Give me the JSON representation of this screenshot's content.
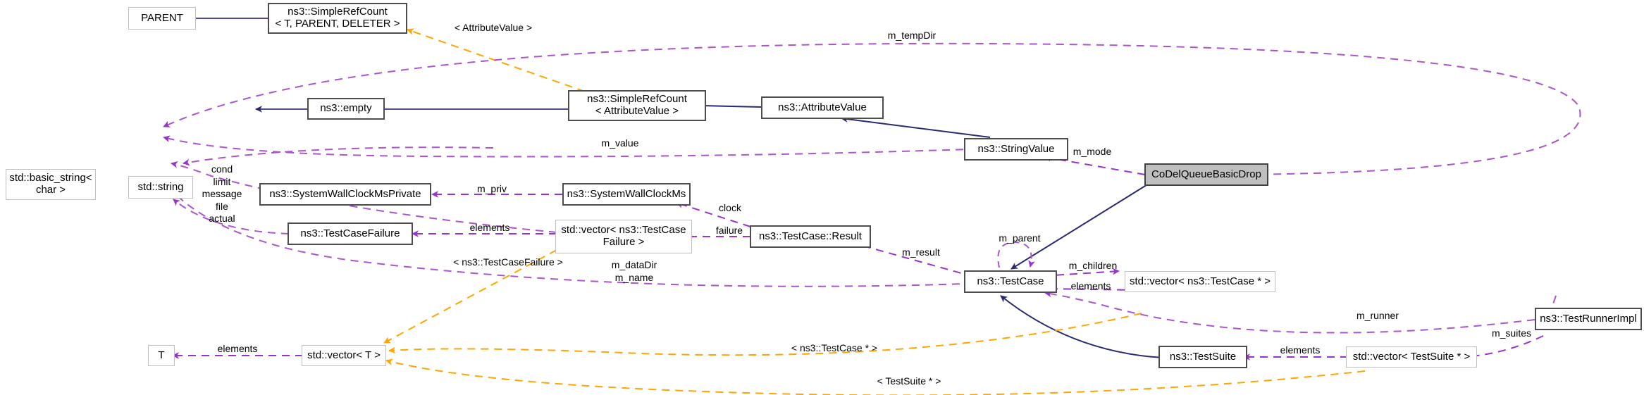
{
  "diagram": {
    "title": "Collaboration diagram for CoDelQueueBasicDrop",
    "type": "uml-collaboration-graph",
    "colors": {
      "inheritance_edge": "#2a2a72",
      "usage_edge": "#aa44cc",
      "template_edge": "#ffa500",
      "node_border": "#4d4d4d",
      "template_border": "#bfbfbf",
      "highlight_fill": "#bfbfbf",
      "background": "#ffffff"
    },
    "nodes": [
      {
        "id": "parent",
        "label": "PARENT",
        "kind": "tmpl"
      },
      {
        "id": "simplerefcount",
        "label": "ns3::SimpleRefCount\n< T, PARENT, DELETER >",
        "kind": "class"
      },
      {
        "id": "empty",
        "label": "ns3::empty",
        "kind": "class"
      },
      {
        "id": "srcav",
        "label": "ns3::SimpleRefCount\n< AttributeValue >",
        "kind": "class"
      },
      {
        "id": "attributevalue",
        "label": "ns3::AttributeValue",
        "kind": "class"
      },
      {
        "id": "stringvalue",
        "label": "ns3::StringValue",
        "kind": "class"
      },
      {
        "id": "codel",
        "label": "CoDelQueueBasicDrop",
        "kind": "current"
      },
      {
        "id": "basicstring",
        "label": "std::basic_string<\nchar >",
        "kind": "tmpl"
      },
      {
        "id": "string",
        "label": "std::string",
        "kind": "tmpl"
      },
      {
        "id": "swcmprivate",
        "label": "ns3::SystemWallClockMsPrivate",
        "kind": "class"
      },
      {
        "id": "swcm",
        "label": "ns3::SystemWallClockMs",
        "kind": "class"
      },
      {
        "id": "testcasefailure",
        "label": "ns3::TestCaseFailure",
        "kind": "class"
      },
      {
        "id": "vectorfailure",
        "label": "std::vector< ns3::TestCase\nFailure >",
        "kind": "tmpl"
      },
      {
        "id": "result",
        "label": "ns3::TestCase::Result",
        "kind": "class"
      },
      {
        "id": "testcase",
        "label": "ns3::TestCase",
        "kind": "class"
      },
      {
        "id": "vectortestcase",
        "label": "std::vector< ns3::TestCase * >",
        "kind": "tmpl"
      },
      {
        "id": "testrunnerimpl",
        "label": "ns3::TestRunnerImpl",
        "kind": "class"
      },
      {
        "id": "tparam",
        "label": "T",
        "kind": "tmpl"
      },
      {
        "id": "vectort",
        "label": "std::vector< T >",
        "kind": "tmpl"
      },
      {
        "id": "testsuite",
        "label": "ns3::TestSuite",
        "kind": "class"
      },
      {
        "id": "vectortestsuite",
        "label": "std::vector< TestSuite * >",
        "kind": "tmpl"
      }
    ],
    "edges": [
      {
        "from": "simplerefcount",
        "to": "parent",
        "kind": "inheritance",
        "label": ""
      },
      {
        "from": "srcav",
        "to": "simplerefcount",
        "kind": "template",
        "label": "< AttributeValue >"
      },
      {
        "from": "srcav",
        "to": "empty",
        "kind": "inheritance",
        "label": ""
      },
      {
        "from": "attributevalue",
        "to": "srcav",
        "kind": "inheritance",
        "label": ""
      },
      {
        "from": "stringvalue",
        "to": "attributevalue",
        "kind": "inheritance",
        "label": ""
      },
      {
        "from": "codel",
        "to": "stringvalue",
        "kind": "usage",
        "label": "m_mode"
      },
      {
        "from": "codel",
        "to": "string",
        "kind": "usage",
        "label": "m_tempDir"
      },
      {
        "from": "stringvalue",
        "to": "srcav",
        "kind": "usage",
        "label": "m_value"
      },
      {
        "from": "string",
        "to": "basicstring",
        "kind": "inheritance",
        "label": ""
      },
      {
        "from": "result",
        "to": "string",
        "kind": "usage",
        "label": "cond\nlimit\nmessage\nfile\nactual"
      },
      {
        "from": "swcm",
        "to": "swcmprivate",
        "kind": "usage",
        "label": "m_priv"
      },
      {
        "from": "vectorfailure",
        "to": "testcasefailure",
        "kind": "usage",
        "label": "elements"
      },
      {
        "from": "vectorfailure",
        "to": "vectort",
        "kind": "template",
        "label": "< ns3::TestCaseFailure >"
      },
      {
        "from": "result",
        "to": "swcm",
        "kind": "usage",
        "label": "clock"
      },
      {
        "from": "result",
        "to": "vectorfailure",
        "kind": "usage",
        "label": "failure"
      },
      {
        "from": "testcase",
        "to": "result",
        "kind": "usage",
        "label": "m_result"
      },
      {
        "from": "testcase",
        "to": "testcase",
        "kind": "usage",
        "label": "m_parent"
      },
      {
        "from": "testcase",
        "to": "string",
        "kind": "usage",
        "label": "m_dataDir\nm_name"
      },
      {
        "from": "vectortestcase",
        "to": "testcase",
        "kind": "usage",
        "label": "m_children\nelements"
      },
      {
        "from": "vectortestcase",
        "to": "vectort",
        "kind": "template",
        "label": "< ns3::TestCase * >"
      },
      {
        "from": "testrunnerimpl",
        "to": "testcase",
        "kind": "usage",
        "label": "m_runner"
      },
      {
        "from": "vectort",
        "to": "tparam",
        "kind": "usage",
        "label": "elements"
      },
      {
        "from": "testsuite",
        "to": "testcase",
        "kind": "inheritance",
        "label": ""
      },
      {
        "from": "codel",
        "to": "testcase",
        "kind": "inheritance",
        "label": ""
      },
      {
        "from": "vectortestsuite",
        "to": "testsuite",
        "kind": "usage",
        "label": "elements"
      },
      {
        "from": "testrunnerimpl",
        "to": "vectortestsuite",
        "kind": "usage",
        "label": "m_suites"
      },
      {
        "from": "vectortestsuite",
        "to": "vectort",
        "kind": "template",
        "label": "< TestSuite * >"
      }
    ],
    "edge_labels": [
      {
        "id": "lbl-attributevalue",
        "text": "< AttributeValue >"
      },
      {
        "id": "lbl-tempdir",
        "text": "m_tempDir"
      },
      {
        "id": "lbl-value",
        "text": "m_value"
      },
      {
        "id": "lbl-mode",
        "text": "m_mode"
      },
      {
        "id": "lbl-condlist",
        "text": "cond\nlimit\nmessage\nfile\nactual"
      },
      {
        "id": "lbl-priv",
        "text": "m_priv"
      },
      {
        "id": "lbl-elements-1",
        "text": "elements"
      },
      {
        "id": "lbl-clock",
        "text": "clock"
      },
      {
        "id": "lbl-failure",
        "text": "failure"
      },
      {
        "id": "lbl-tcf-tmpl",
        "text": "< ns3::TestCaseFailure >"
      },
      {
        "id": "lbl-datadir",
        "text": "m_dataDir\nm_name"
      },
      {
        "id": "lbl-result",
        "text": "m_result"
      },
      {
        "id": "lbl-parent",
        "text": "m_parent"
      },
      {
        "id": "lbl-children",
        "text": "m_children"
      },
      {
        "id": "lbl-elements-2",
        "text": "elements"
      },
      {
        "id": "lbl-runner",
        "text": "m_runner"
      },
      {
        "id": "lbl-elements-3",
        "text": "elements"
      },
      {
        "id": "lbl-tc-tmpl",
        "text": "< ns3::TestCase * >"
      },
      {
        "id": "lbl-suites",
        "text": "m_suites"
      },
      {
        "id": "lbl-elements-4",
        "text": "elements"
      },
      {
        "id": "lbl-ts-tmpl",
        "text": "< TestSuite * >"
      }
    ]
  }
}
